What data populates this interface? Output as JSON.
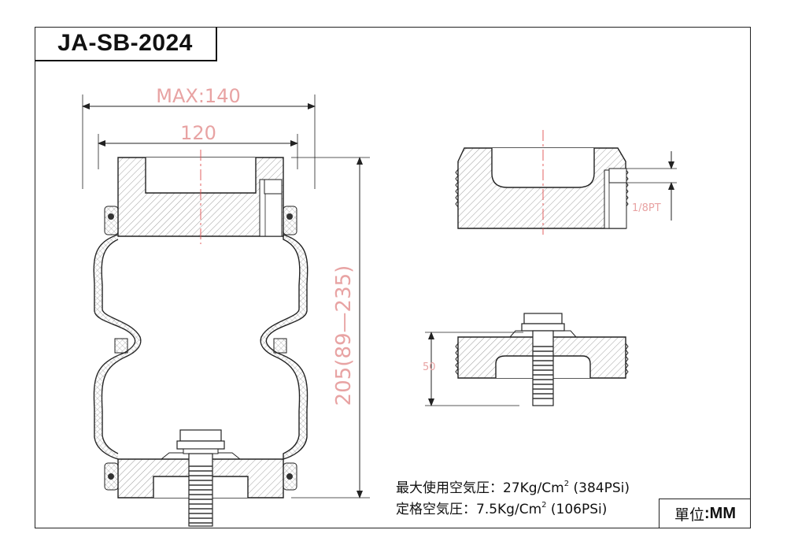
{
  "title": "JA-SB-2024",
  "dimensions": {
    "max_width": "MAX:140",
    "plate_width": "120",
    "height": "205(89—235)",
    "stud_length": "50",
    "port": "1/8PT"
  },
  "specs": {
    "max_pressure_label": "最大使用空気圧：",
    "max_pressure_value": "27Kg/Cm",
    "max_pressure_sup": "2",
    "max_pressure_psi": " (384PSi)",
    "rated_pressure_label": "定格空気圧：",
    "rated_pressure_value": "7.5Kg/Cm",
    "rated_pressure_sup": "2",
    "rated_pressure_psi": " (106PSi)"
  },
  "unit": {
    "label": "單位",
    "value": ":MM"
  },
  "colors": {
    "outline": "#222222",
    "dimension": "#e8a3a3",
    "centerline": "#e05050"
  }
}
